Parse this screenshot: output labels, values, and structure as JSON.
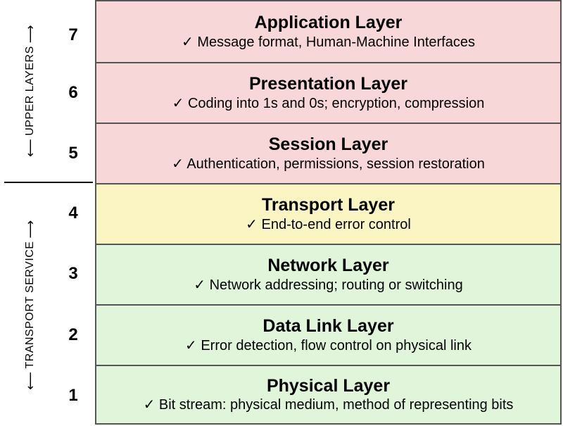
{
  "groups": {
    "upper": {
      "label": "UPPER LAYERS"
    },
    "transport": {
      "label": "TRANSPORT SERVICE"
    },
    "arrow_up": "⟶",
    "arrow_down": "⟵"
  },
  "layers": [
    {
      "number": "7",
      "title": "Application Layer",
      "desc": "✓ Message format, Human-Machine Interfaces",
      "color": "#f8d7d8"
    },
    {
      "number": "6",
      "title": "Presentation Layer",
      "desc": "✓ Coding into 1s and 0s; encryption, compression",
      "color": "#f8d7d8"
    },
    {
      "number": "5",
      "title": "Session Layer",
      "desc": "✓ Authentication, permissions, session restoration",
      "color": "#f8d7d8"
    },
    {
      "number": "4",
      "title": "Transport Layer",
      "desc": "✓ End-to-end error control",
      "color": "#fbf5c4"
    },
    {
      "number": "3",
      "title": "Network Layer",
      "desc": "✓ Network addressing; routing or switching",
      "color": "#e0f5da"
    },
    {
      "number": "2",
      "title": "Data Link Layer",
      "desc": "✓ Error detection, flow control on physical link",
      "color": "#e0f5da"
    },
    {
      "number": "1",
      "title": "Physical Layer",
      "desc": "✓ Bit stream: physical medium, method of representing bits",
      "color": "#e0f5da"
    }
  ]
}
